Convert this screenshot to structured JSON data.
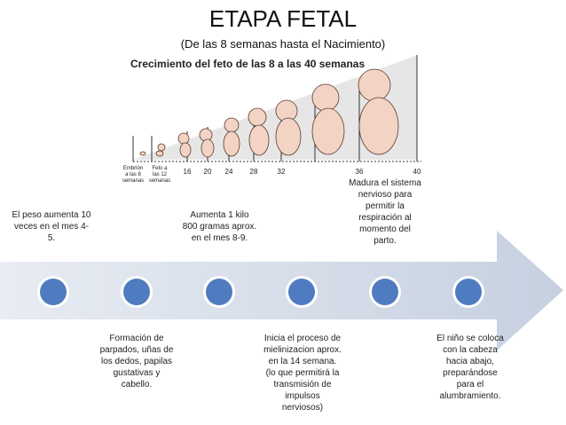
{
  "title": "ETAPA FETAL",
  "subtitle": "(De las 8 semanas hasta el Nacimiento)",
  "figure": {
    "heading": "Crecimiento del feto de las 8 a las 40 semanas",
    "first_label": [
      "Embrión",
      "a las 8",
      "semanas"
    ],
    "second_label": [
      "Feto a",
      "las 12",
      "semanas"
    ],
    "weeks": [
      "16",
      "20",
      "24",
      "28",
      "32",
      "36",
      "40"
    ]
  },
  "captions": {
    "c1": "El peso aumenta 10 veces en el mes 4-5.",
    "c2": "Formación de parpados, uñas de los dedos, papilas gustativas y cabello.",
    "c3": "Aumenta 1 kilo 800 gramas aprox. en el mes 8-9.",
    "c4": "Inicia el proceso de mielinizacion aprox. en la 14 semana. (lo que permitirá la transmisión de impulsos nerviosos)",
    "c5": "Madura el sistema nervioso para permitir la respiración al momento del parto.",
    "c6": "El niño se coloca con la cabeza hacia abajo, preparándose para el alumbramiento."
  },
  "colors": {
    "arrow_light": "#dfe5ef",
    "arrow_dark": "#b7c3d8",
    "dot_fill": "#4f7bc0",
    "dot_ring": "#ffffff",
    "fetus_skin": "#f3d3c4",
    "fetus_outline": "#5a3a30"
  }
}
